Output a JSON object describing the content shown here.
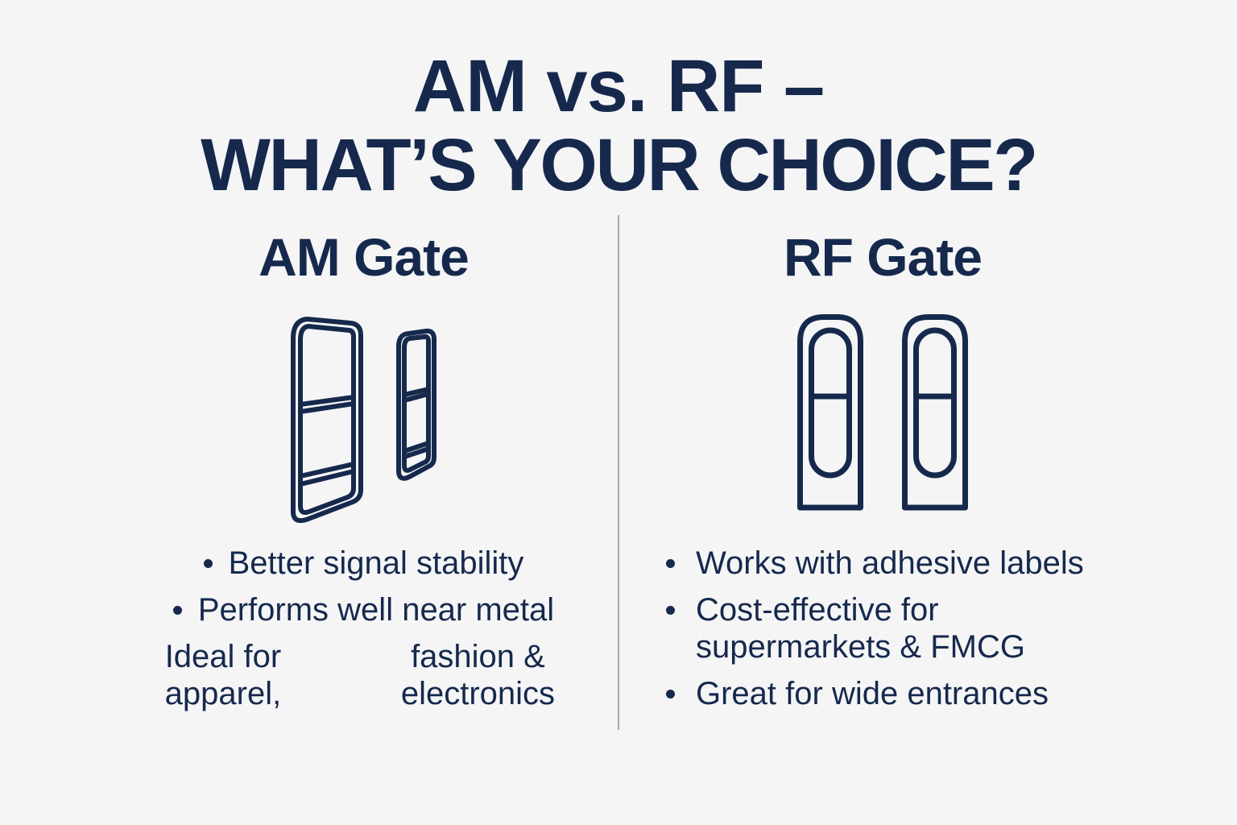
{
  "canvas": {
    "background": "#f5f5f6",
    "text_color": "#16294d",
    "divider_color": "#a9a9ab"
  },
  "title": {
    "line1": "AM vs. RF –",
    "line2": "WHAT’S YOUR CHOICE?"
  },
  "columns": {
    "am": {
      "heading": "AM Gate",
      "illustration": "am-gate-two-pedestals-perspective-line-art",
      "bullets": [
        {
          "text": "Better signal stability"
        },
        {
          "text": "Performs well near metal"
        },
        {
          "line1": "Ideal for apparel,",
          "line2": "fashion & electronics"
        }
      ]
    },
    "rf": {
      "heading": "RF Gate",
      "illustration": "rf-gate-two-pedestals-front-line-art",
      "bullets": [
        {
          "text": "Works with adhesive labels"
        },
        {
          "line1": "Cost-effective for",
          "line2": "supermarkets & FMCG"
        },
        {
          "text": "Great for wide entrances"
        }
      ]
    }
  }
}
